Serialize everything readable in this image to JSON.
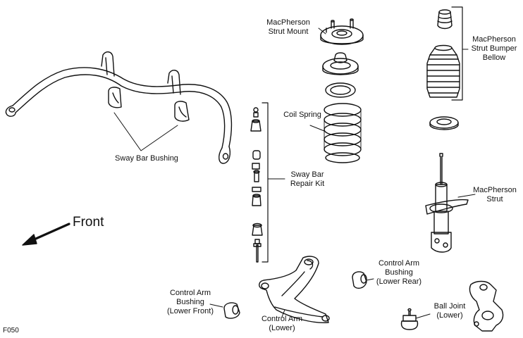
{
  "diagram": {
    "labels": {
      "strut_mount": [
        "MacPherson",
        "Strut Mount"
      ],
      "bumper_bellow": [
        "MacPherson",
        "Strut Bumper",
        "Bellow"
      ],
      "coil_spring": [
        "Coil Spring"
      ],
      "sway_bar_bushing": [
        "Sway Bar Bushing"
      ],
      "repair_kit": [
        "Sway Bar",
        "Repair Kit"
      ],
      "strut": [
        "MacPherson",
        "Strut"
      ],
      "arm_bushing_rear": [
        "Control Arm",
        "Bushing",
        "(Lower Rear)"
      ],
      "arm_bushing_front": [
        "Control Arm",
        "Bushing",
        "(Lower Front)"
      ],
      "control_arm": [
        "Control Arm",
        "(Lower)"
      ],
      "ball_joint": [
        "Ball Joint",
        "(Lower)"
      ]
    },
    "direction_label": "Front",
    "figure_code": "F050"
  }
}
